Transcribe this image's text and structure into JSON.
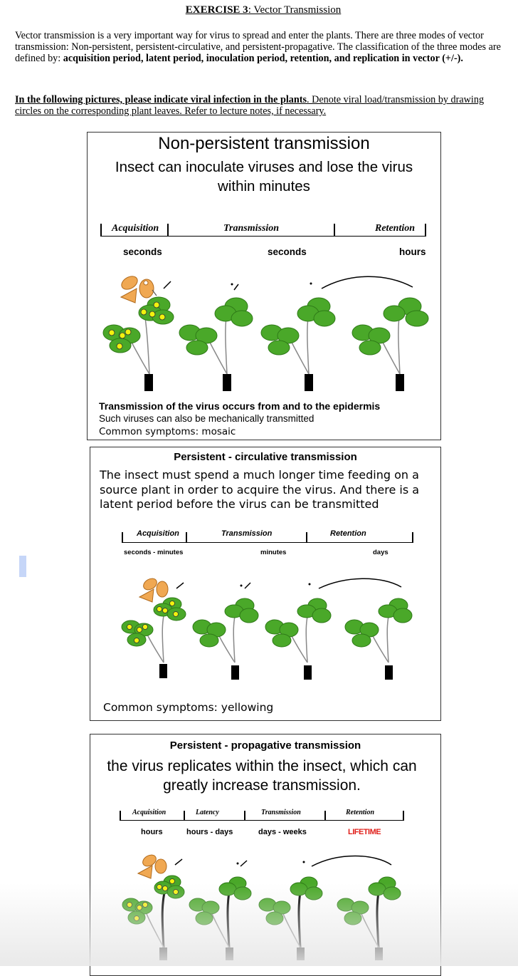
{
  "header": {
    "title_prefix": "EXERCISE 3",
    "title_suffix": ": Vector Transmission"
  },
  "intro": {
    "text": "Vector transmission is a very important way for virus to spread and enter the plants. There are three modes of vector transmission: Non-persistent, persistent-circulative, and persistent-propagative. The classification of the three modes are defined by: ",
    "bold_text": "acquisition period, latent period, inoculation period, retention, and replication in vector (+/-)."
  },
  "instruction": {
    "bold_part": "In the following pictures, please indicate viral infection in the plants",
    "rest": ". Denote viral load/transmission by drawing circles on the corresponding plant leaves. Refer to lecture notes, if necessary."
  },
  "panels": {
    "non_persistent": {
      "heading": "Non-persistent transmission",
      "subheading": "Insect can inoculate viruses and lose the virus within minutes",
      "phases": [
        "Acquisition",
        "Transmission",
        "Retention"
      ],
      "durations": [
        "seconds",
        "seconds",
        "hours"
      ],
      "note_bold": "Transmission of the virus occurs from and to the epidermis",
      "note_1": "Such viruses can also be mechanically transmitted",
      "note_2": "Common symptoms: mosaic"
    },
    "persistent_circulative": {
      "heading": "Persistent - circulative transmission",
      "subheading": "The insect must spend a much longer time feeding on a source plant in order to acquire the virus. And there is a latent period before the virus can be transmitted",
      "phases": [
        "Acquisition",
        "Transmission",
        "Retention"
      ],
      "durations": [
        "seconds - minutes",
        "minutes",
        "days"
      ],
      "note": "Common symptoms: yellowing"
    },
    "persistent_propagative": {
      "heading": "Persistent - propagative transmission",
      "subheading": "the virus replicates within the insect, which can greatly increase transmission.",
      "phases": [
        "Acquisition",
        "Latency",
        "Transmission",
        "Retention"
      ],
      "durations": [
        "hours",
        "hours - days",
        "days - weeks",
        "LIFETIME"
      ],
      "lifetime_color": "#e0201b"
    }
  },
  "colors": {
    "leaf": "#4aa829",
    "leaf_stroke": "#2f7a18",
    "virus_dot": "#f2f20e",
    "insect": "#f0a852",
    "stem": "#888888",
    "pot": "#000000"
  }
}
